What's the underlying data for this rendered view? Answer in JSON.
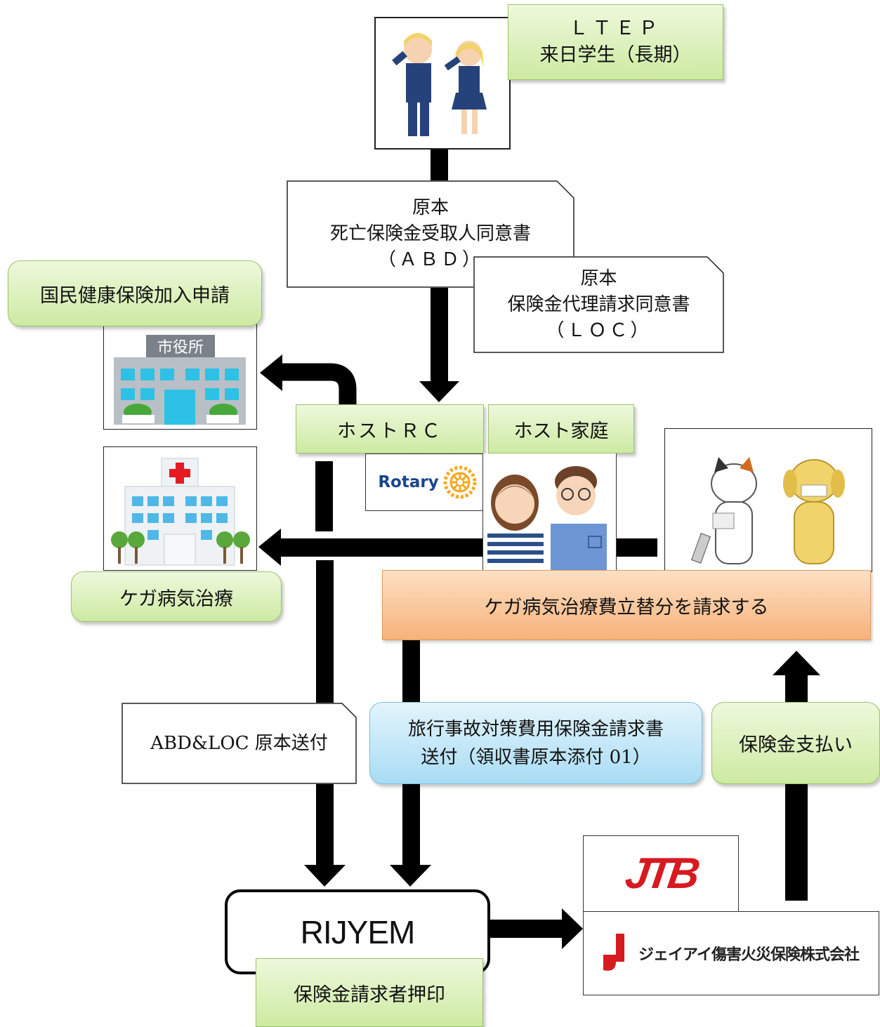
{
  "student": {
    "title": "ＬＴＥＰ",
    "subtitle": "来日学生（長期）"
  },
  "docs": {
    "abd": {
      "line1": "原本",
      "line2": "死亡保険金受取人同意書",
      "line3": "（ＡＢＤ）"
    },
    "loc": {
      "line1": "原本",
      "line2": "保険金代理請求同意書",
      "line3": "（ＬＯＣ）"
    }
  },
  "city_hall": {
    "label": "国民健康保険加入申請",
    "sign": "市役所"
  },
  "host_rc": {
    "label": "ホストＲＣ",
    "logo_text": "Rotary"
  },
  "host_family": {
    "label": "ホスト家庭"
  },
  "hospital": {
    "label": "ケガ病気治療"
  },
  "claim_bar": {
    "label": "ケガ病気治療費立替分を請求する"
  },
  "send_doc": {
    "label": "ABD&LOC 原本送付"
  },
  "travel_claim": {
    "line1": "旅行事故対策費用保険金請求書",
    "line2": "送付（領収書原本添付 01）"
  },
  "payment": {
    "label": "保険金支払い"
  },
  "rijyem": {
    "name": "RIJYEM",
    "stamp": "保険金請求者押印"
  },
  "jtb": {
    "logo": "JTB",
    "company": "ジェイアイ傷害火災保険株式会社"
  },
  "colors": {
    "green_light": "#eef8dc",
    "green_dark": "#cdeaa2",
    "orange": "#f9c79a",
    "blue": "#bfe5f7",
    "rotary_blue": "#17458f",
    "rotary_gold": "#f7a81b",
    "jtb_red": "#d71920"
  }
}
